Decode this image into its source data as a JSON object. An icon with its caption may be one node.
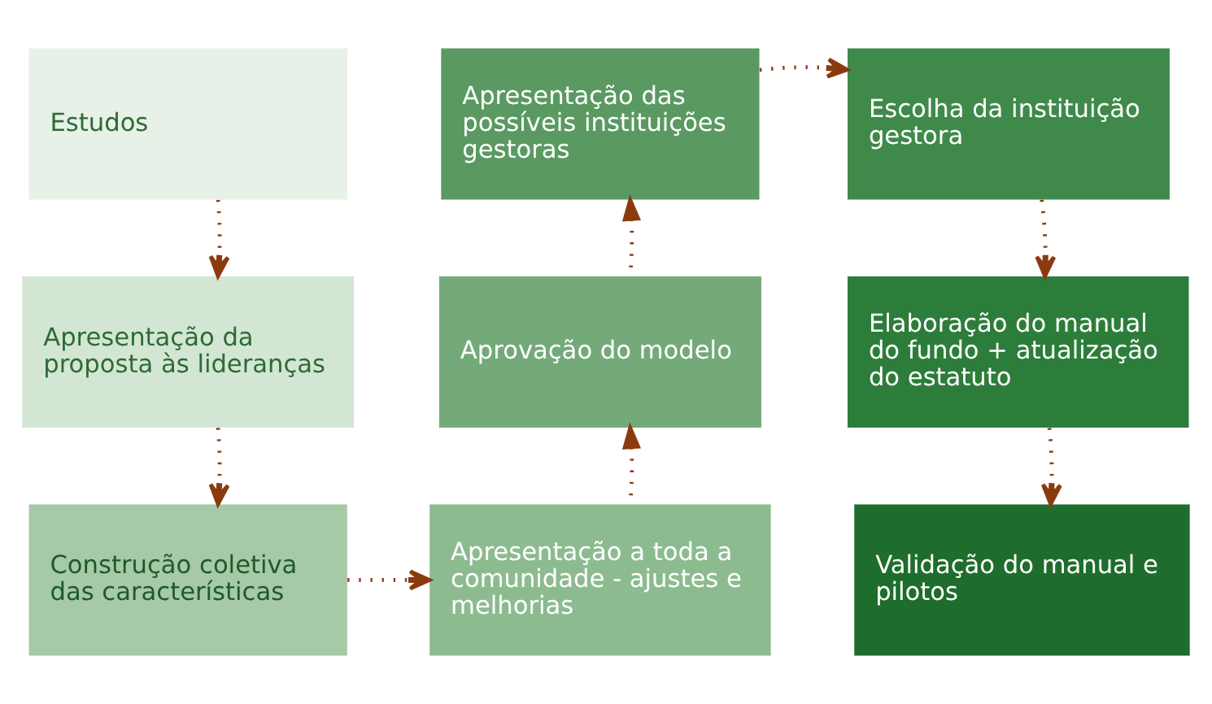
{
  "diagram": {
    "nodes": [
      {
        "text": [
          "Estudos"
        ]
      },
      {
        "text": [
          "Apresentação da proposta às lideranças"
        ]
      },
      {
        "text": [
          "Construção coletiva das características"
        ]
      },
      {
        "text": [
          "Apresentação a toda a comunidade - ajustes e melhorias"
        ]
      },
      {
        "text": [
          "Aprovação do modelo"
        ]
      },
      {
        "text": [
          "Apresentação das possíveis instituições gestoras"
        ]
      },
      {
        "text": [
          "Escolha da instituição gestora"
        ]
      },
      {
        "text": [
          "Elaboração do manual do fundo + atualização do estatuto"
        ]
      },
      {
        "text": [
          "Validação do manual e pilotos"
        ]
      }
    ],
    "edges": [
      {
        "from": 0,
        "to": 1,
        "arrow": "to"
      },
      {
        "from": 1,
        "to": 2,
        "arrow": "to"
      },
      {
        "from": 2,
        "to": 3,
        "arrow": "to"
      },
      {
        "from": 3,
        "to": 4,
        "arrow": "to"
      },
      {
        "from": 4,
        "to": 5,
        "arrow": "to"
      },
      {
        "from": 5,
        "to": 6,
        "arrow": "to"
      },
      {
        "from": 6,
        "to": 7,
        "arrow": "to"
      },
      {
        "from": 7,
        "to": 8,
        "arrow": "to"
      }
    ]
  }
}
